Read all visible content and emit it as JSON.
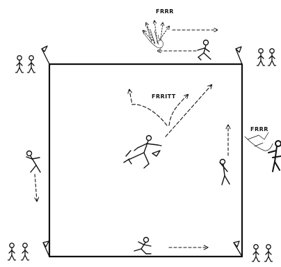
{
  "labels": {
    "top_whistle": "FRRR",
    "center_whistle": "FRRITT",
    "right_whistle": "FRRR"
  }
}
